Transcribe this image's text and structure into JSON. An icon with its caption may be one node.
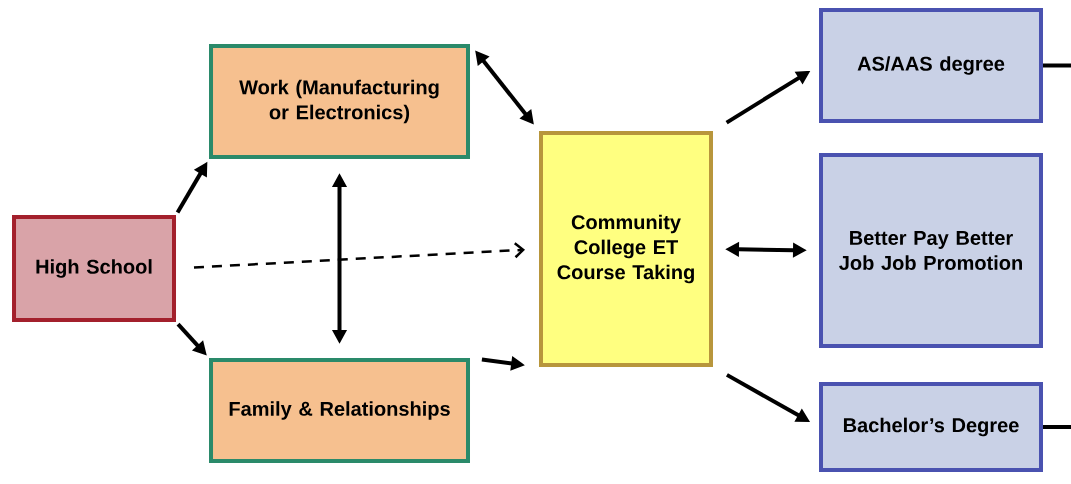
{
  "diagram": {
    "nodes": [
      {
        "text": [
          "High School"
        ]
      },
      {
        "text": [
          "Work (Manufacturing or Electronics)"
        ]
      },
      {
        "text": [
          "Family & Relationships"
        ]
      },
      {
        "text": [
          "Community College ET Course Taking"
        ]
      },
      {
        "text": [
          "AS/AAS degree"
        ]
      },
      {
        "text": [
          "Better Pay Better Job Job Promotion"
        ]
      },
      {
        "text": [
          "Bachelor’s Degree"
        ]
      }
    ],
    "edges": [
      {
        "from": 0,
        "to": 1,
        "arrow": "to"
      },
      {
        "from": 0,
        "to": 2,
        "arrow": "to"
      },
      {
        "from": 0,
        "to": 3,
        "arrow": "to",
        "style": "dashed"
      },
      {
        "from": 1,
        "to": 2,
        "arrow": "both"
      },
      {
        "from": 1,
        "to": 3,
        "arrow": "both"
      },
      {
        "from": 2,
        "to": 3,
        "arrow": "to"
      },
      {
        "from": 3,
        "to": 4,
        "arrow": "to"
      },
      {
        "from": 3,
        "to": 5,
        "arrow": "both"
      },
      {
        "from": 3,
        "to": 6,
        "arrow": "to"
      },
      {
        "from": 4,
        "to": null,
        "arrow": "none"
      },
      {
        "from": 6,
        "to": null,
        "arrow": "none"
      }
    ]
  }
}
